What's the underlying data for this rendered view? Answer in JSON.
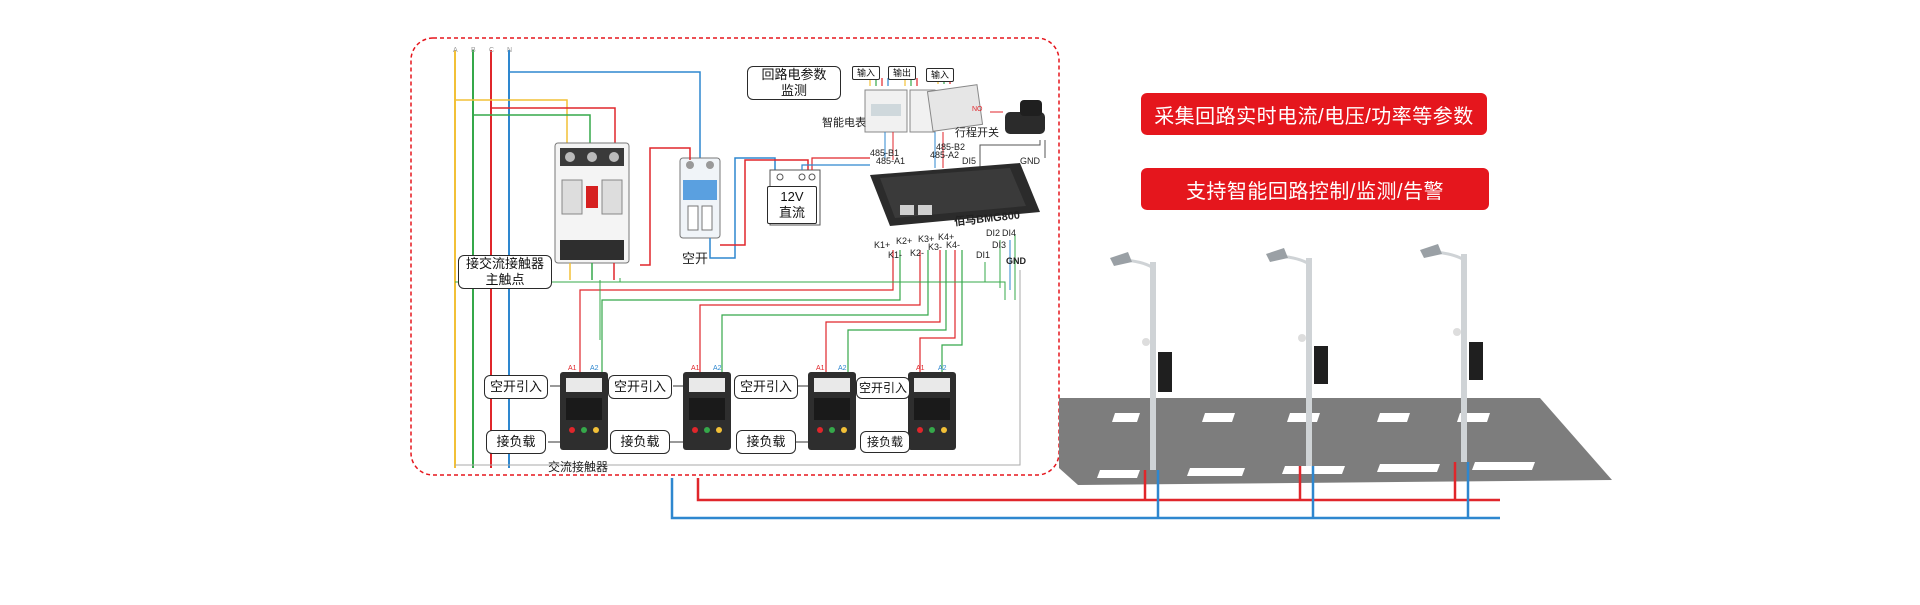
{
  "colors": {
    "phase_a": "#f2c037",
    "phase_b": "#35a84a",
    "phase_c": "#e0262b",
    "neutral": "#2e87cf",
    "border_dashed": "#e5161d",
    "banner": "#e5161d",
    "road": "#7d7d7d"
  },
  "diagram": {
    "bus_labels": [
      "A",
      "B",
      "C",
      "N"
    ],
    "main_breaker_label_line1": "接交流接触器",
    "main_breaker_label_line2": "主触点",
    "air_switch_label": "空开",
    "power_supply_line1": "12V",
    "power_supply_line2": "直流",
    "circuit_param_line1": "回路电参数",
    "circuit_param_line2": "监测",
    "meter_label": "智能电表",
    "meter_in": "输入",
    "meter_out": "输出",
    "travel_in": "输入",
    "travel_switch_label": "行程开关",
    "controller_label": "佰马BMG800",
    "port_485_a1": "485-A1",
    "port_485_b1": "485-B1",
    "port_485_b2": "485-B2",
    "port_485_a2": "485-A2",
    "port_di5": "DI5",
    "port_gnd_top": "GND",
    "port_no": "NO",
    "k_ports": [
      "K1+",
      "K1-",
      "K2+",
      "K2-",
      "K3+",
      "K3-",
      "K4+",
      "K4-"
    ],
    "di_ports": [
      "DI1",
      "DI2",
      "DI3",
      "DI4"
    ],
    "port_gnd_bottom": "GND",
    "contactor_in_labels": [
      "空开引入",
      "空开引入",
      "空开引入",
      "空开引入"
    ],
    "contactor_load_labels": [
      "接负载",
      "接负载",
      "接负载",
      "接负载"
    ],
    "contactor_group_label": "交流接触器",
    "a1a2": [
      "A1",
      "A2"
    ]
  },
  "features": [
    "采集回路实时电流/电压/功率等参数",
    "支持智能回路控制/监测/告警"
  ]
}
